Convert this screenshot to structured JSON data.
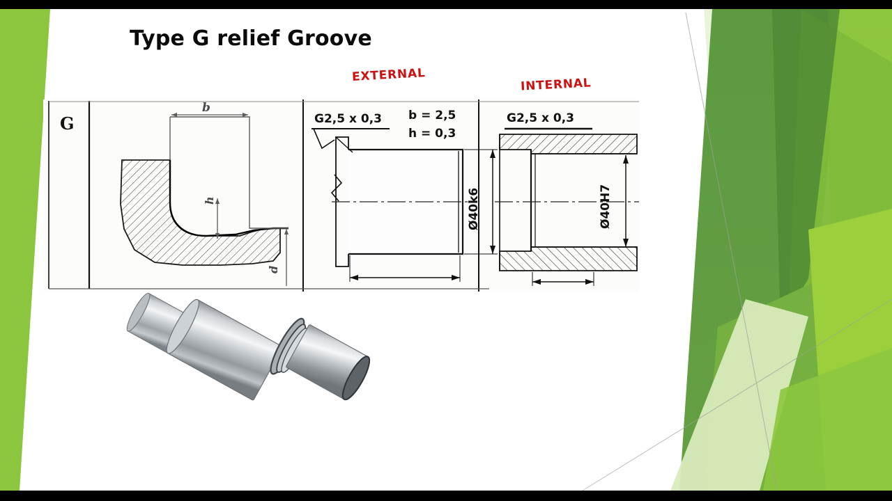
{
  "slide": {
    "title": "Type G relief Groove",
    "background_color": "#ffffff"
  },
  "labels": {
    "external": "EXTERNAL",
    "internal": "INTERNAL",
    "label_color": "#cc1111"
  },
  "table": {
    "type_cell": "G"
  },
  "profile_diagram": {
    "dim_width": "b",
    "dim_depth": "h",
    "dim_diameter": "d"
  },
  "external_view": {
    "callout": "G2,5 x 0,3",
    "b_value": "b = 2,5",
    "h_value": "h = 0,3",
    "diameter": "Ø40k6"
  },
  "internal_view": {
    "callout": "G2,5 x 0,3",
    "diameter": "Ø40H7"
  },
  "decoration": {
    "green_dark": "#5e9b41",
    "green_mid": "#76b041",
    "green_bright": "#86c232",
    "green_light": "#a8d26a",
    "green_pale": "#d7e9b8",
    "green_paler": "#e8f2d8",
    "green_accent": "#8cc63e",
    "bar_color": "#000000"
  }
}
